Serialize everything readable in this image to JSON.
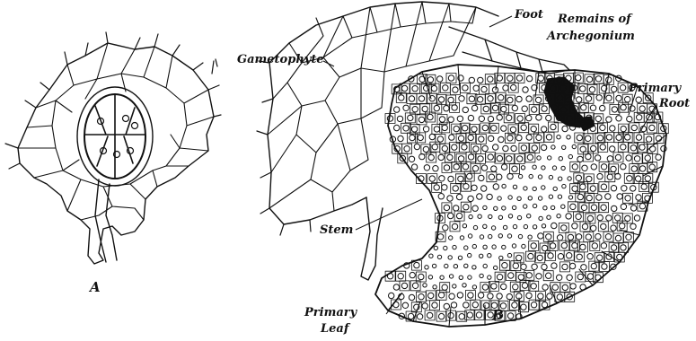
{
  "figure": {
    "panels": {
      "a": {
        "letter": "A"
      },
      "b": {
        "letter": "B"
      }
    },
    "labels": {
      "foot": "Foot",
      "remains_line1": "Remains of",
      "remains_line2": "Archegonium",
      "gametophyte": "Gametophyte",
      "primary_root_line1": "Primary",
      "primary_root_line2": "Root",
      "stem": "Stem",
      "primary_leaf_line1": "Primary",
      "primary_leaf_line2": "Leaf"
    },
    "colors": {
      "ink": "#111111",
      "paper": "#ffffff"
    }
  }
}
